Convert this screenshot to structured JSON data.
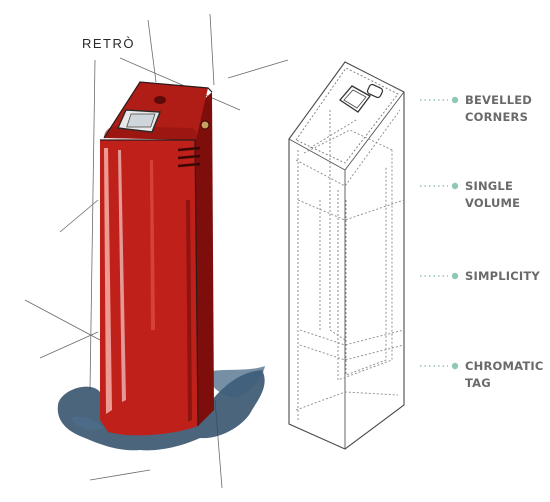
{
  "sketch": {
    "title": "RETRÒ"
  },
  "callouts": [
    {
      "text": "BEVELLED\nCORNERS"
    },
    {
      "text": "SINGLE\nVOLUME"
    },
    {
      "text": "SIMPLICITY"
    },
    {
      "text": "CHROMATIC\nTAG"
    }
  ],
  "colors": {
    "body_red": "#c0201a",
    "body_dark": "#7e0e0c",
    "body_highlight": "#f2a8a0",
    "ink": "#2b3a48",
    "shadow_blue": "#2c4a66",
    "dot_green": "#8ec9b8",
    "label_gray": "#6a6a6a"
  }
}
